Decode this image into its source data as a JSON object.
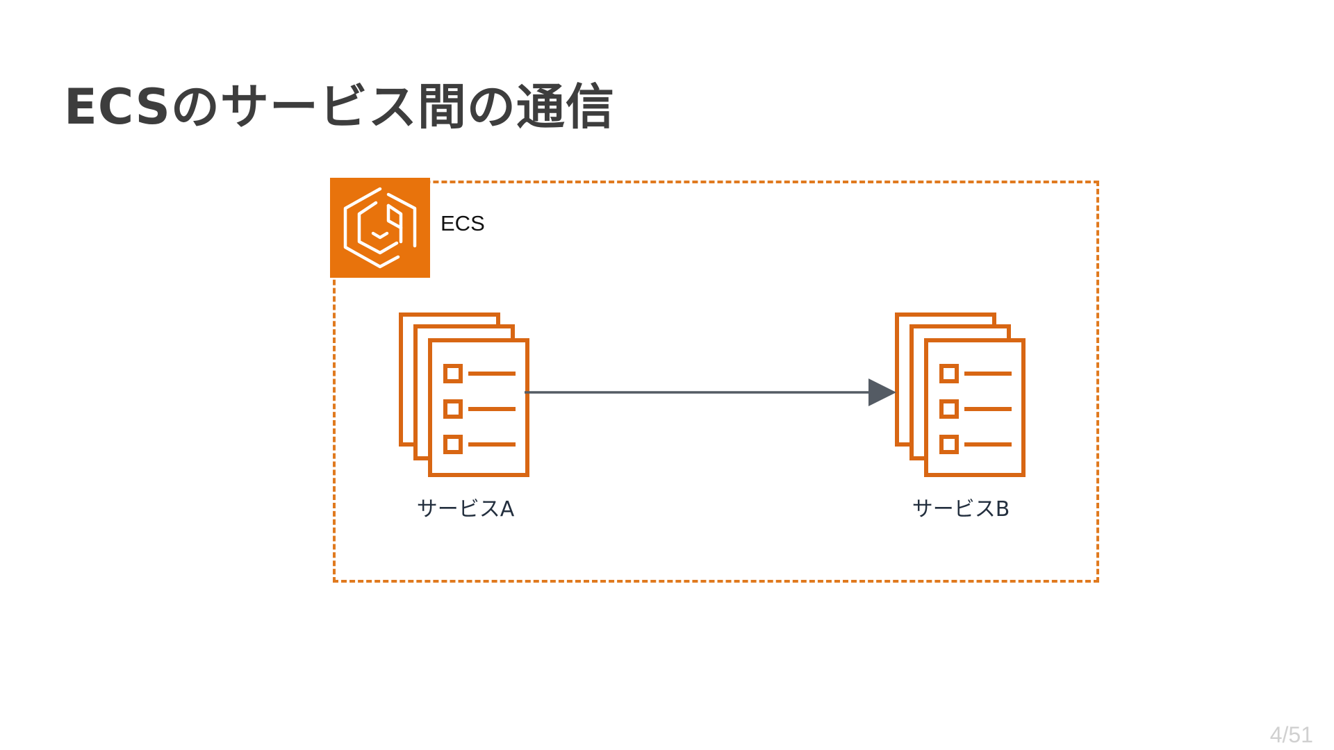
{
  "slide": {
    "title": "ECSのサービス間の通信",
    "page_number": "4/51"
  },
  "diagram": {
    "group_label": "ECS",
    "group_icon": "ecs-service-icon",
    "nodes": [
      {
        "label": "サービスA",
        "icon": "task-definition-icon"
      },
      {
        "label": "サービスB",
        "icon": "task-definition-icon"
      }
    ],
    "edges": [
      {
        "from": "サービスA",
        "to": "サービスB",
        "style": "solid-arrow"
      }
    ],
    "colors": {
      "accent": "#E8730C",
      "dashed_border": "#E07A1F",
      "icon_stroke": "#D86613",
      "arrow": "#545B64",
      "label_text": "#232F3E",
      "title_text": "#3D3D3D"
    }
  }
}
